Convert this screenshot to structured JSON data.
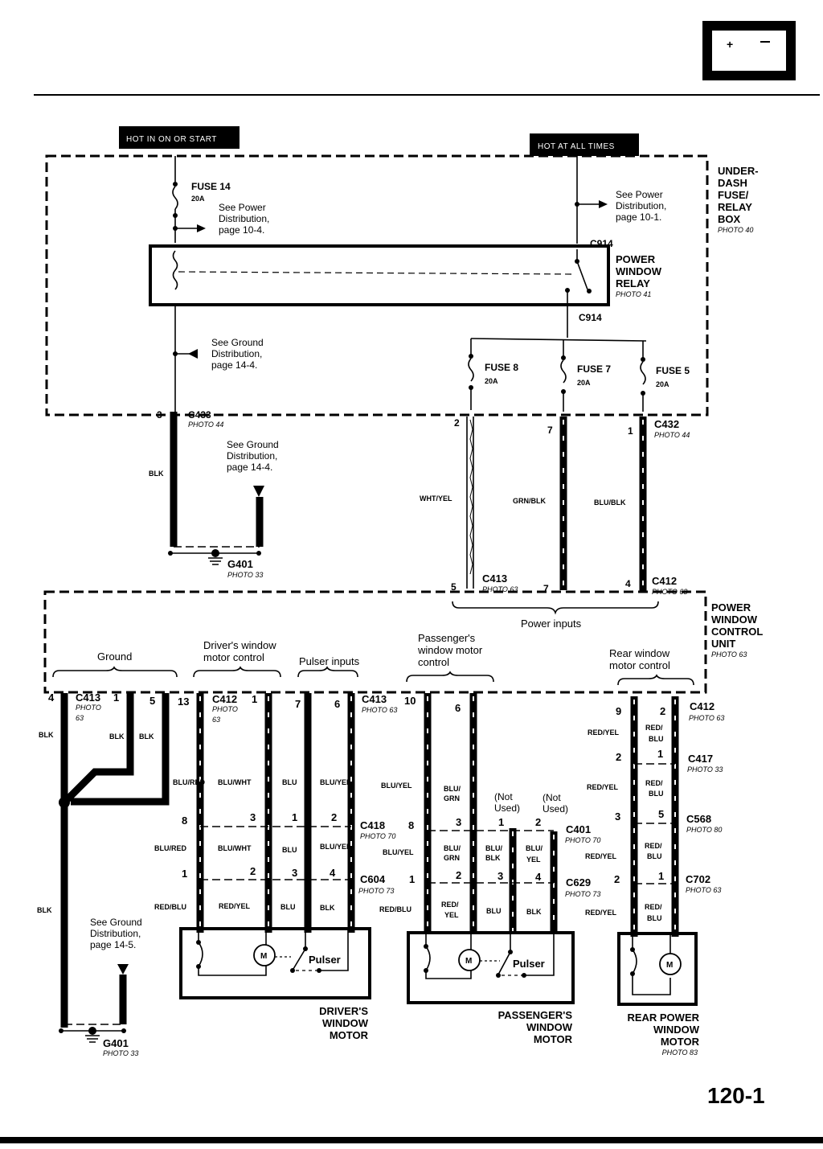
{
  "page": {
    "number": "120-1",
    "battery_icon": "battery-icon"
  },
  "sources": {
    "hot_in_on_or_start": "HOT IN ON OR START",
    "hot_at_all_times": "HOT AT ALL TIMES"
  },
  "fuse_box": {
    "title_lines": [
      "UNDER-",
      "DASH",
      "FUSE/",
      "RELAY",
      "BOX"
    ],
    "photo": "PHOTO 40",
    "fuse14": {
      "name": "FUSE 14",
      "rating": "20A"
    },
    "fuse8": {
      "name": "FUSE 8",
      "rating": "20A"
    },
    "fuse7": {
      "name": "FUSE 7",
      "rating": "20A"
    },
    "fuse5": {
      "name": "FUSE 5",
      "rating": "20A"
    },
    "see_power_10_4": [
      "See Power",
      "Distribution,",
      "page 10-4."
    ],
    "see_power_10_1": [
      "See Power",
      "Distribution,",
      "page 10-1."
    ],
    "see_ground_14_4": [
      "See Ground",
      "Distribution,",
      "page 14-4."
    ],
    "c914_top": "C914",
    "c914_bottom": "C914"
  },
  "relay": {
    "title_lines": [
      "POWER",
      "WINDOW",
      "RELAY"
    ],
    "photo": "PHOTO 41"
  },
  "upper_connectors": {
    "c433": {
      "name": "C433",
      "photo": "PHOTO 44",
      "pin": "3",
      "wire": "BLK"
    },
    "c432": {
      "name": "C432",
      "photo": "PHOTO 44",
      "pins": [
        "2",
        "7",
        "1"
      ]
    },
    "wires": [
      "WHT/YEL",
      "GRN/BLK",
      "BLU/BLK"
    ],
    "c413": {
      "name": "C413",
      "photo": "PHOTO 63",
      "pin": "5"
    },
    "c412": {
      "name": "C412",
      "photo": "PHOTO 63",
      "pins": [
        "7",
        "4"
      ]
    },
    "see_ground_14_4": [
      "See Ground",
      "Distribution,",
      "page 14-4."
    ],
    "g401": {
      "name": "G401",
      "photo": "PHOTO 33"
    }
  },
  "control_unit": {
    "title_lines": [
      "POWER",
      "WINDOW",
      "CONTROL",
      "UNIT"
    ],
    "photo": "PHOTO 63",
    "groups": {
      "power_inputs": "Power inputs",
      "ground": "Ground",
      "drivers": [
        "Driver's window",
        "motor control"
      ],
      "pulser": "Pulser inputs",
      "passengers": [
        "Passenger's",
        "window motor",
        "control"
      ],
      "rear": [
        "Rear window",
        "motor control"
      ]
    }
  },
  "lower_connectors": {
    "c413_left": {
      "name": "C413",
      "photo_lines": [
        "PHOTO",
        "63"
      ],
      "pins": [
        "4",
        "1",
        "5"
      ]
    },
    "ground_wires": [
      "BLK",
      "BLK",
      "BLK",
      "BLK"
    ],
    "c412_mid": {
      "name": "C412",
      "photo_lines": [
        "PHOTO",
        "63"
      ],
      "pins": [
        "13",
        "1"
      ]
    },
    "pulser_pins": [
      "7",
      "6"
    ],
    "c413_right": {
      "name": "C413",
      "photo": "PHOTO 63",
      "pins": [
        "10",
        "6"
      ]
    },
    "c412_right": {
      "name": "C412",
      "photo": "PHOTO 63",
      "pins": [
        "9",
        "2"
      ]
    },
    "c418": {
      "name": "C418",
      "photo": "PHOTO 70",
      "pins": [
        "8",
        "3",
        "1",
        "2"
      ]
    },
    "c604": {
      "name": "C604",
      "photo": "PHOTO 73",
      "pins": [
        "1",
        "2",
        "3",
        "4"
      ]
    },
    "c401": {
      "name": "C401",
      "photo": "PHOTO 70",
      "pins": [
        "8",
        "3",
        "1",
        "2"
      ]
    },
    "c629": {
      "name": "C629",
      "photo": "PHOTO 73",
      "pins": [
        "1",
        "2",
        "3",
        "4"
      ]
    },
    "c417": {
      "name": "C417",
      "photo": "PHOTO 33",
      "pins": [
        "2",
        "1"
      ]
    },
    "c568": {
      "name": "C568",
      "photo": "PHOTO 80",
      "pins": [
        "3",
        "5"
      ]
    },
    "c702": {
      "name": "C702",
      "photo": "PHOTO 63",
      "pins": [
        "2",
        "1"
      ]
    },
    "not_used": [
      "(Not",
      "Used)"
    ],
    "driver_wires_upper": [
      "BLU/RED",
      "BLU/WHT",
      "BLU",
      "BLU/YEL"
    ],
    "driver_wires_mid": [
      "BLU/RED",
      "BLU/WHT",
      "BLU",
      "BLU/YEL"
    ],
    "driver_wires_lower": [
      "RED/BLU",
      "RED/YEL",
      "BLU",
      "BLK"
    ],
    "pass_wires_upper": [
      "BLU/YEL",
      "BLU/GRN"
    ],
    "pass_wires_mid": [
      "BLU/YEL",
      "BLU/GRN",
      "BLU/BLK",
      "BLU/YEL"
    ],
    "pass_wires_lower": [
      "RED/BLU",
      "RED/YEL",
      "BLU",
      "BLK"
    ],
    "rear_wires": [
      "RED/YEL",
      "RED/BLU"
    ],
    "see_ground_14_5": [
      "See Ground",
      "Distribution,",
      "page 14-5."
    ],
    "g401": {
      "name": "G401",
      "photo": "PHOTO 33"
    }
  },
  "motors": {
    "driver": {
      "title_lines": [
        "DRIVER'S",
        "WINDOW",
        "MOTOR"
      ],
      "motor": "M",
      "pulser": "Pulser"
    },
    "passenger": {
      "title_lines": [
        "PASSENGER'S",
        "WINDOW",
        "MOTOR"
      ],
      "motor": "M",
      "pulser": "Pulser"
    },
    "rear": {
      "title_lines": [
        "REAR POWER",
        "WINDOW",
        "MOTOR"
      ],
      "motor": "M",
      "photo": "PHOTO 83"
    }
  }
}
